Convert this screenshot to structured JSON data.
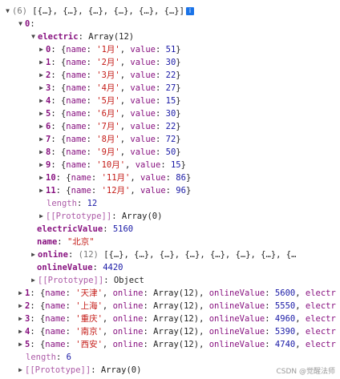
{
  "top": {
    "cut_left": "▾▾▾▾▾▾▾",
    "cut_right": "▾▾▾▾▾▾▾▾▾"
  },
  "root": {
    "count": "(6)",
    "preview": "[{…}, {…}, {…}, {…}, {…}, {…}]",
    "info_icon": "i"
  },
  "item0": {
    "key": "0",
    "electric_key": "electric",
    "electric_type": "Array(12)",
    "months": [
      {
        "idx": "0",
        "name": "'1月'",
        "value": "51"
      },
      {
        "idx": "1",
        "name": "'2月'",
        "value": "30"
      },
      {
        "idx": "2",
        "name": "'3月'",
        "value": "22"
      },
      {
        "idx": "3",
        "name": "'4月'",
        "value": "27"
      },
      {
        "idx": "4",
        "name": "'5月'",
        "value": "15"
      },
      {
        "idx": "5",
        "name": "'6月'",
        "value": "30"
      },
      {
        "idx": "6",
        "name": "'7月'",
        "value": "22"
      },
      {
        "idx": "7",
        "name": "'8月'",
        "value": "72"
      },
      {
        "idx": "8",
        "name": "'9月'",
        "value": "50"
      },
      {
        "idx": "9",
        "name": "'10月'",
        "value": "15"
      },
      {
        "idx": "10",
        "name": "'11月'",
        "value": "86"
      },
      {
        "idx": "11",
        "name": "'12月'",
        "value": "96"
      }
    ],
    "length_key": "length",
    "length_val": "12",
    "proto_key": "[[Prototype]]",
    "proto_val": "Array(0)",
    "electricValue_key": "electricValue",
    "electricValue_val": "5160",
    "name_key": "name",
    "name_val": "\"北京\"",
    "online_key": "online",
    "online_count": "(12)",
    "online_preview": "[{…}, {…}, {…}, {…}, {…}, {…}, {…}, {…",
    "onlineValue_key": "onlineValue",
    "onlineValue_val": "4420",
    "obj_proto_key": "[[Prototype]]",
    "obj_proto_val": "Object"
  },
  "items": [
    {
      "idx": "1",
      "name": "'天津'",
      "onlineValue": "5600"
    },
    {
      "idx": "2",
      "name": "'上海'",
      "onlineValue": "5550"
    },
    {
      "idx": "3",
      "name": "'重庆'",
      "onlineValue": "4960"
    },
    {
      "idx": "4",
      "name": "'南京'",
      "onlineValue": "5390"
    },
    {
      "idx": "5",
      "name": "'西安'",
      "onlineValue": "4740"
    }
  ],
  "item_labels": {
    "name_lbl": "name",
    "online_lbl": "online",
    "online_type": "Array(12)",
    "onlineValue_lbl": "onlineValue",
    "electr": "electr"
  },
  "root_length_key": "length",
  "root_length_val": "6",
  "root_proto_key": "[[Prototype]]",
  "root_proto_val": "Array(0)",
  "watermark": "CSDN @觉醒法师"
}
